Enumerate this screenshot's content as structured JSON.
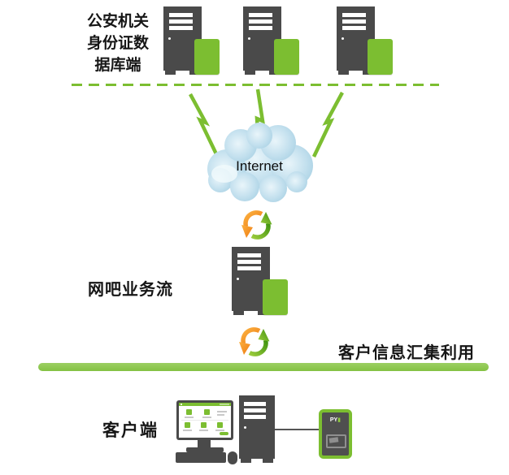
{
  "diagram": {
    "top_section": {
      "label_lines": [
        "公安机关",
        "身份证数",
        "据库端"
      ],
      "server_count": 3
    },
    "internet_label": "Internet",
    "middle_section": {
      "label": "网吧业务流"
    },
    "flow_label": "客户信息汇集利用",
    "bottom_section": {
      "label": "客户端",
      "reader_logo": "PY"
    },
    "colors": {
      "green": "#7CBE31",
      "bar_green": "#8CC555",
      "dark_gray": "#4A4A4A",
      "orange": "#F7941E",
      "sync_green": "#3F930F",
      "cloud_blue": "#AED4E6"
    }
  }
}
